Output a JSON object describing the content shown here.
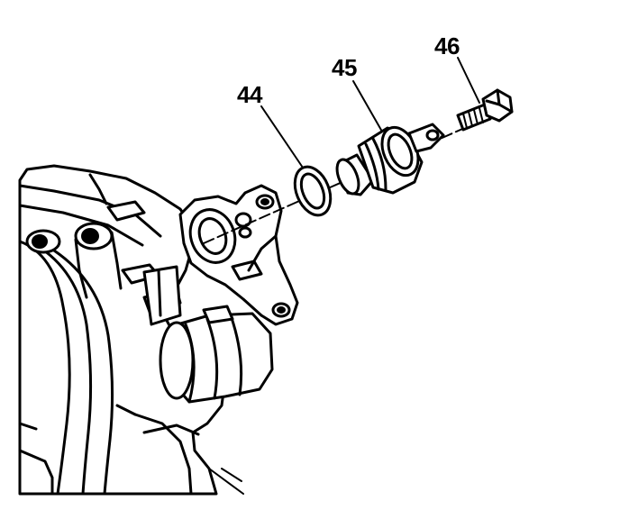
{
  "callouts": [
    {
      "id": "44",
      "label": "44"
    },
    {
      "id": "45",
      "label": "45"
    },
    {
      "id": "46",
      "label": "46"
    }
  ]
}
